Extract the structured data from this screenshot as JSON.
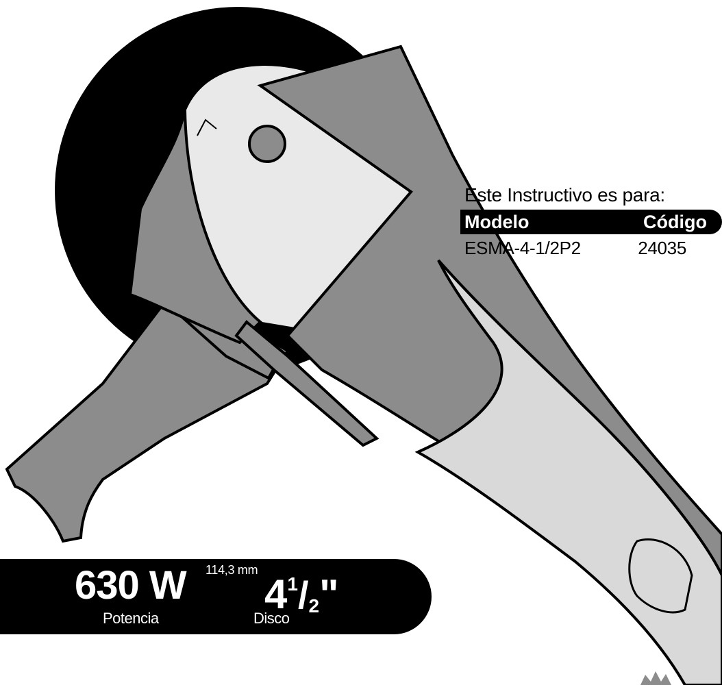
{
  "document": {
    "info": {
      "title": "Este Instructivo es para:",
      "header_model": "Modelo",
      "header_code": "Código",
      "model": "ESMA-4-1/2P2",
      "code": "24035"
    },
    "specs": {
      "power_value": "630 W",
      "power_label": "Potencia",
      "disc_mm": "114,3 mm",
      "disc_whole": "4",
      "disc_num": "1",
      "disc_slash": "/",
      "disc_den": "2",
      "disc_inch_mark": "\"",
      "disc_label": "Disco"
    }
  },
  "colors": {
    "body_gray": "#8c8c8c",
    "disc_black": "#000000",
    "light_gray": "#d9d9d9",
    "white": "#ffffff"
  },
  "icons": {
    "product": "angle-grinder-illustration",
    "decor": "starburst-icon"
  }
}
